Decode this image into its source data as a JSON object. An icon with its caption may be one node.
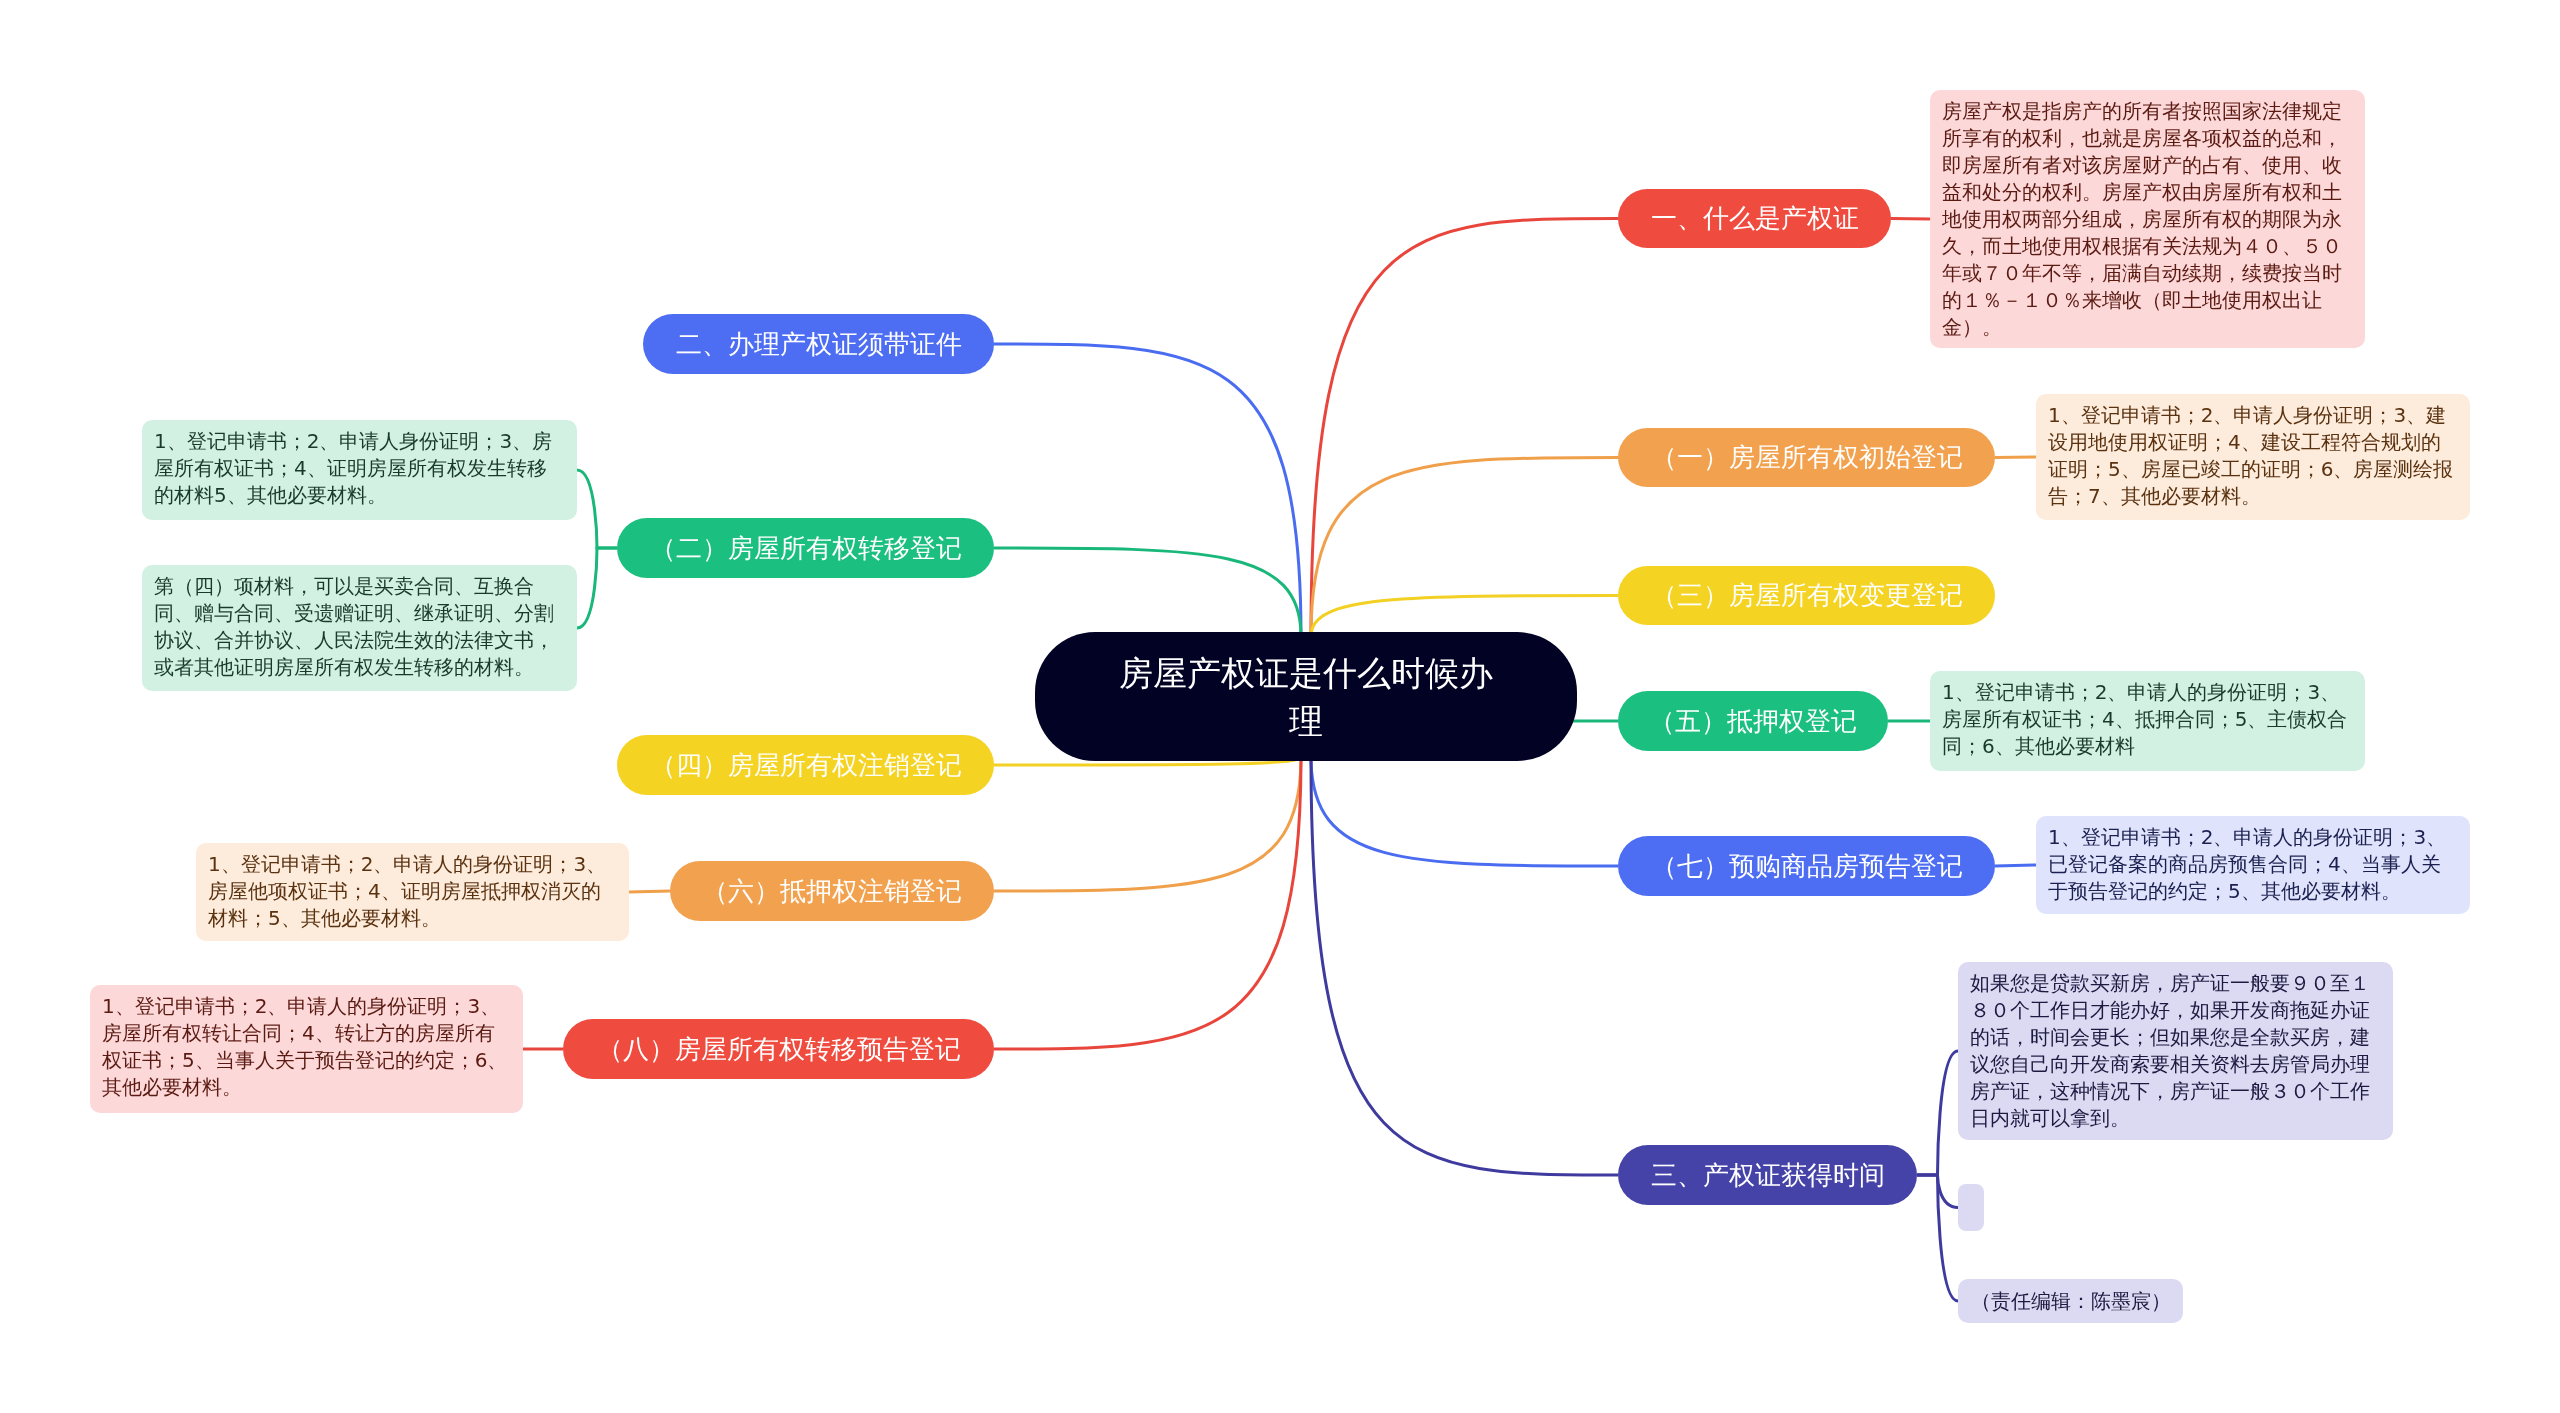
{
  "diagram": {
    "nodes": [
      {
        "text": [
          "房屋产权证是什么时候办理"
        ]
      },
      {
        "text": [
          "一、什么是产权证"
        ]
      },
      {
        "text": [
          "房屋产权是指房产的所有者按照国家法律规定所享有的权利，也就是房屋各项权益的总和，即房屋所有者对该房屋财产的占有、使用、收益和处分的权利。房屋产权由房屋所有权和土地使用权两部分组成，房屋所有权的期限为永久，而土地使用权根据有关法规为４０、５０年或７０年不等，届满自动续期，续费按当时的１％－１０％来增收（即土地使用权出让金）。"
        ]
      },
      {
        "text": [
          "（一）房屋所有权初始登记"
        ]
      },
      {
        "text": [
          "1、登记申请书；2、申请人身份证明；3、建设用地使用权证明；4、建设工程符合规划的证明；5、房屋已竣工的证明；6、房屋测绘报告；7、其他必要材料。"
        ]
      },
      {
        "text": [
          "（三）房屋所有权变更登记"
        ]
      },
      {
        "text": [
          "（五）抵押权登记"
        ]
      },
      {
        "text": [
          "1、登记申请书；2、申请人的身份证明；3、房屋所有权证书；4、抵押合同；5、主债权合同；6、其他必要材料"
        ]
      },
      {
        "text": [
          "（七）预购商品房预告登记"
        ]
      },
      {
        "text": [
          "1、登记申请书；2、申请人的身份证明；3、已登记备案的商品房预售合同；4、当事人关于预告登记的约定；5、其他必要材料。"
        ]
      },
      {
        "text": [
          "三、产权证获得时间"
        ]
      },
      {
        "text": [
          "如果您是贷款买新房，房产证一般要９０至１８０个工作日才能办好，如果开发商拖延办证的话，时间会更长；但如果您是全款买房，建议您自己向开发商索要相关资料去房管局办理房产证，这种情况下，房产证一般３０个工作日内就可以拿到。"
        ]
      },
      {
        "text": [],
        "shape": "box"
      },
      {
        "text": [
          "（责任编辑：陈墨宸）"
        ]
      },
      {
        "text": [
          "二、办理产权证须带证件"
        ]
      },
      {
        "text": [
          "（二）房屋所有权转移登记"
        ]
      },
      {
        "text": [
          "1、登记申请书；2、申请人身份证明；3、房屋所有权证书；4、证明房屋所有权发生转移的材料5、其他必要材料。"
        ]
      },
      {
        "text": [
          "第（四）项材料，可以是买卖合同、互换合同、赠与合同、受遗赠证明、继承证明、分割协议、合并协议、人民法院生效的法律文书，或者其他证明房屋所有权发生转移的材料。"
        ]
      },
      {
        "text": [
          "（四）房屋所有权注销登记"
        ]
      },
      {
        "text": [
          "（六）抵押权注销登记"
        ]
      },
      {
        "text": [
          "1、登记申请书；2、申请人的身份证明；3、房屋他项权证书；4、证明房屋抵押权消灭的材料；5、其他必要材料。"
        ]
      },
      {
        "text": [
          "（八）房屋所有权转移预告登记"
        ]
      },
      {
        "text": [
          "1、登记申请书；2、申请人的身份证明；3、房屋所有权转让合同；4、转让方的房屋所有权证书；5、当事人关于预告登记的约定；6、其他必要材料。"
        ]
      }
    ],
    "edges": [
      {
        "from": 0,
        "to": 1,
        "arrow": "none",
        "color": "#e8463c"
      },
      {
        "from": 1,
        "to": 2,
        "arrow": "none",
        "color": "#e8463c"
      },
      {
        "from": 0,
        "to": 3,
        "arrow": "none",
        "color": "#f0a04b"
      },
      {
        "from": 3,
        "to": 4,
        "arrow": "none",
        "color": "#f0a04b"
      },
      {
        "from": 0,
        "to": 5,
        "arrow": "none",
        "color": "#f2d024"
      },
      {
        "from": 0,
        "to": 6,
        "arrow": "none",
        "color": "#19b77a"
      },
      {
        "from": 6,
        "to": 7,
        "arrow": "none",
        "color": "#19b77a"
      },
      {
        "from": 0,
        "to": 8,
        "arrow": "none",
        "color": "#4a6cf0"
      },
      {
        "from": 8,
        "to": 9,
        "arrow": "none",
        "color": "#4a6cf0"
      },
      {
        "from": 0,
        "to": 10,
        "arrow": "none",
        "color": "#3f3a9e"
      },
      {
        "from": 10,
        "to": 11,
        "arrow": "none",
        "color": "#3f3a9e"
      },
      {
        "from": 10,
        "to": 12,
        "arrow": "none",
        "color": "#3f3a9e"
      },
      {
        "from": 10,
        "to": 13,
        "arrow": "none",
        "color": "#3f3a9e"
      },
      {
        "from": 0,
        "to": 14,
        "arrow": "none",
        "color": "#4a6cf0"
      },
      {
        "from": 0,
        "to": 15,
        "arrow": "none",
        "color": "#19b77a"
      },
      {
        "from": 15,
        "to": 16,
        "arrow": "none",
        "color": "#19b77a"
      },
      {
        "from": 15,
        "to": 17,
        "arrow": "none",
        "color": "#19b77a"
      },
      {
        "from": 0,
        "to": 18,
        "arrow": "none",
        "color": "#f2d024"
      },
      {
        "from": 0,
        "to": 19,
        "arrow": "none",
        "color": "#f0a04b"
      },
      {
        "from": 19,
        "to": 20,
        "arrow": "none",
        "color": "#f0a04b"
      },
      {
        "from": 0,
        "to": 21,
        "arrow": "none",
        "color": "#e8463c"
      },
      {
        "from": 21,
        "to": 22,
        "arrow": "none",
        "color": "#e8463c"
      }
    ]
  }
}
